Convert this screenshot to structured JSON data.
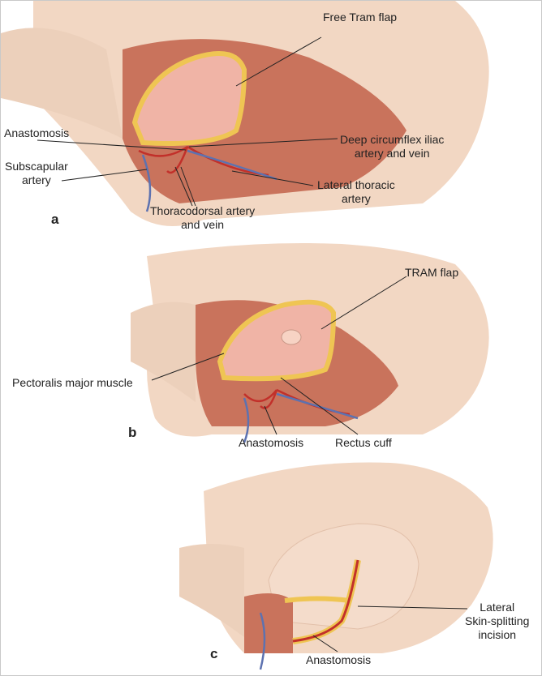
{
  "panels": [
    {
      "letter": "a",
      "labels": {
        "flap": "Free Tram flap",
        "anastomosis": "Anastomosis",
        "deep_circumflex": [
          "Deep circumflex iliac",
          "artery and vein"
        ],
        "subscapular": [
          "Subscapular",
          "artery"
        ],
        "lateral_thoracic": [
          "Lateral thoracic",
          "artery"
        ],
        "thoracodorsal": [
          "Thoracodorsal artery",
          "and vein"
        ]
      }
    },
    {
      "letter": "b",
      "labels": {
        "flap": "TRAM flap",
        "pectoralis": "Pectoralis major muscle",
        "anastomosis": "Anastomosis",
        "rectus_cuff": "Rectus cuff"
      }
    },
    {
      "letter": "c",
      "labels": {
        "incision": [
          "Lateral",
          "Skin-splitting",
          "incision"
        ],
        "anastomosis": "Anastomosis"
      }
    }
  ],
  "colors": {
    "skin": "#f2d7c3",
    "muscle": "#c9735c",
    "flap": "#f0b4a6",
    "fat": "#efc553",
    "artery": "#c2302a",
    "vein": "#5d72b0"
  }
}
